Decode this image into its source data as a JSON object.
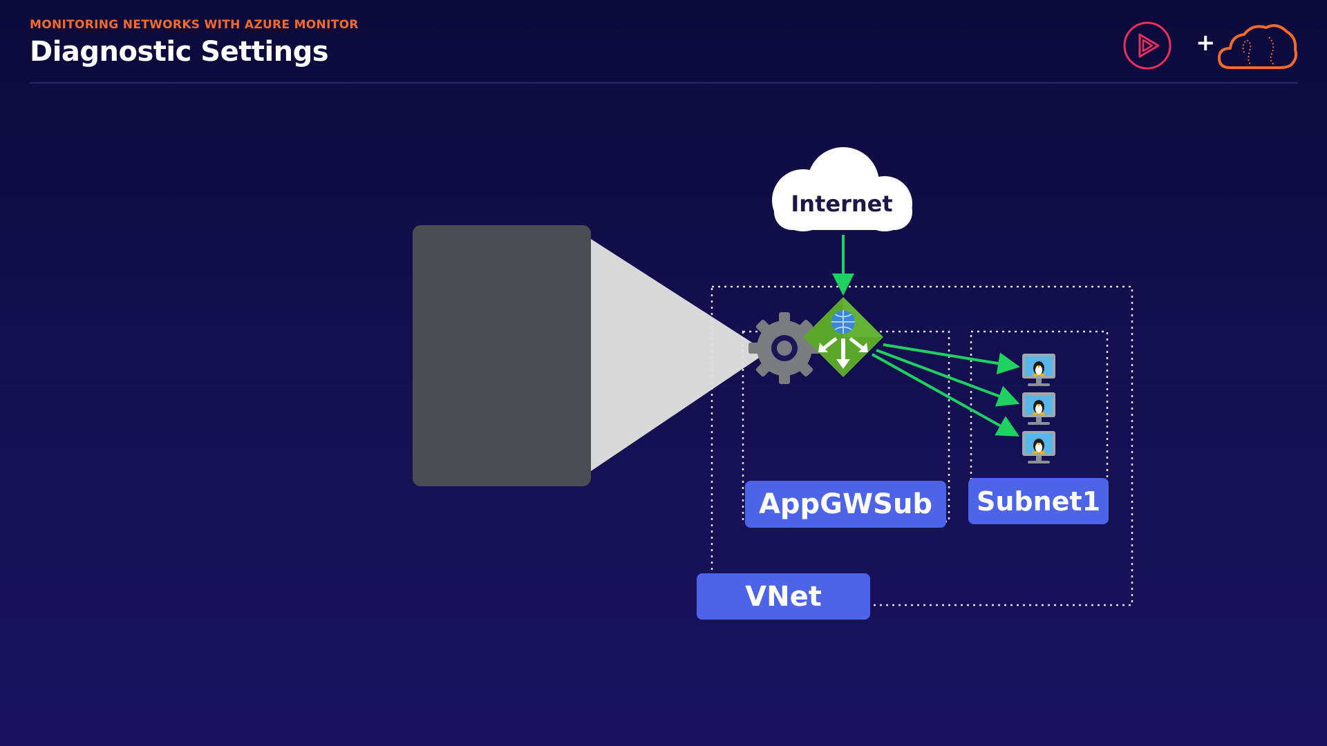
{
  "header": {
    "subtitle": "MONITORING NETWORKS WITH AZURE MONITOR",
    "title": "Diagnostic Settings"
  },
  "logos": {
    "left_icon": "play-circle-logo-icon",
    "plus": "+",
    "right_icon": "cloud-logo-icon"
  },
  "diagram": {
    "internet_label": "Internet",
    "appgw_subnet_label": "AppGWSub",
    "subnet1_label": "Subnet1",
    "vnet_label": "VNet",
    "icons": {
      "gear": "gear-icon",
      "app_gateway": "application-gateway-icon",
      "vm": "linux-vm-icon"
    },
    "colors": {
      "arrow": "#1fd160",
      "label_bg": "#4d63e8",
      "gateway": "#5aa72c",
      "panel": "#4a4e52",
      "spotlight": "#d9d9d9",
      "logo_pink": "#e8305b",
      "logo_orange": "#f26b2d"
    }
  }
}
